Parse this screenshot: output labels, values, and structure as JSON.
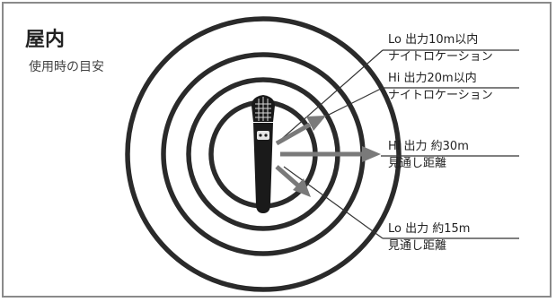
{
  "heading": {
    "title": "屋内",
    "subtitle": "使用時の目安"
  },
  "callouts": [
    {
      "line1": "Lo 出力10m以内",
      "line2": "ナイトロケーション"
    },
    {
      "line1": "Hi 出力20m以内",
      "line2": "ナイトロケーション"
    },
    {
      "line1": "Hi 出力 約30m",
      "line2": "見通し距離"
    },
    {
      "line1": "Lo 出力 約15m",
      "line2": "見通し距離"
    }
  ],
  "colors": {
    "frame": "#8a8a8a",
    "arrow": "#7a7a7a",
    "rings": "#2a2a2a",
    "lines": "#333333",
    "mic": "#1a1a1a"
  },
  "icons": [
    "wireless-microphone-icon"
  ]
}
